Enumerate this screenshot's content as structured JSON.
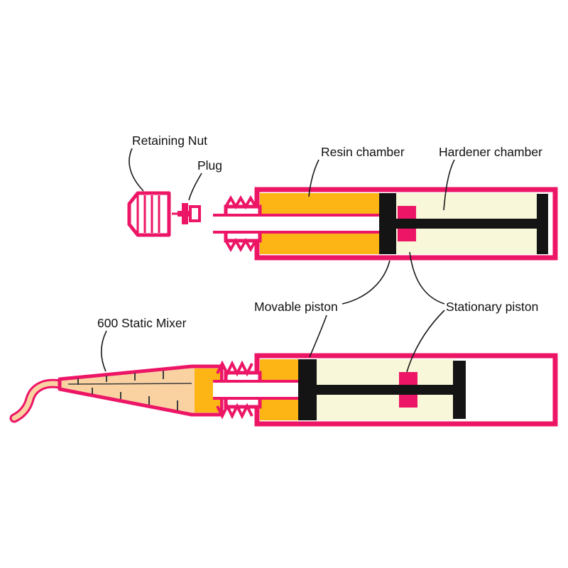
{
  "labels": {
    "retaining_nut": "Retaining Nut",
    "plug": "Plug",
    "resin_chamber": "Resin chamber",
    "hardener_chamber": "Hardener chamber",
    "movable_piston": "Movable piston",
    "stationary_piston": "Stationary piston",
    "static_mixer": "600 Static Mixer"
  },
  "colors": {
    "outline": "#EC1566",
    "resin": "#FDB515",
    "hardener": "#F8F7D9",
    "mixer": "#FAD2A2",
    "piston": "#141414",
    "leader": "#1a1a1a",
    "label": "#111111"
  }
}
